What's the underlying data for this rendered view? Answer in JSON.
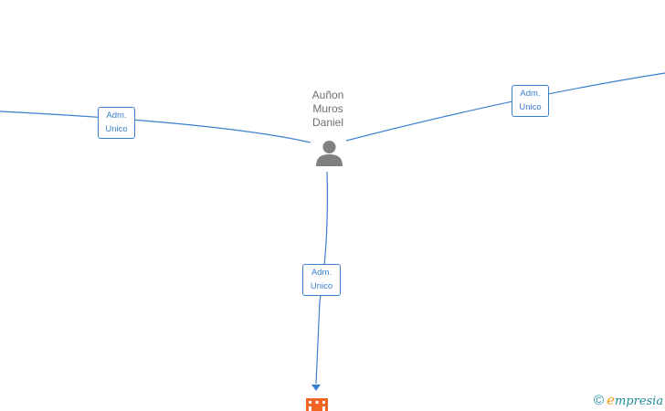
{
  "person": {
    "name_lines": [
      "Auñon",
      "Muros",
      "Daniel"
    ],
    "icon": "person-icon"
  },
  "relations": [
    {
      "id": "left",
      "line1": "Adm.",
      "line2": "Unico"
    },
    {
      "id": "right",
      "line1": "Adm.",
      "line2": "Unico"
    },
    {
      "id": "bottom",
      "line1": "Adm.",
      "line2": "Unico"
    }
  ],
  "company_node": {
    "icon": "building-icon"
  },
  "brand": {
    "copyright": "©",
    "first_letter": "e",
    "rest": "mpresia"
  },
  "colors": {
    "edge": "#3a7fd0",
    "person_icon": "#808080",
    "company_icon": "#f26522",
    "brand_teal": "#1f8a9a",
    "brand_orange": "#f39c12"
  }
}
